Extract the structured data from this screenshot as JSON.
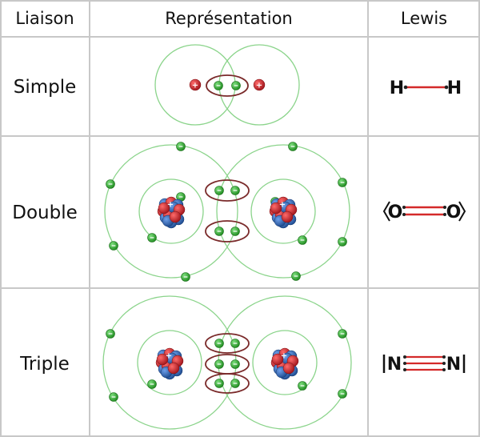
{
  "headers": [
    "Liaison",
    "Représentation",
    "Lewis"
  ],
  "rows": [
    {
      "label": "Simple",
      "lewis": {
        "left": "H",
        "right": "H"
      }
    },
    {
      "label": "Double",
      "lewis": {
        "left": "O",
        "right": "O"
      }
    },
    {
      "label": "Triple",
      "lewis": {
        "left": "N",
        "right": "N"
      }
    }
  ],
  "colors": {
    "grid": "#c8c8c8",
    "orbit": "#8bd48b",
    "electron": "#2e9e2e",
    "proton": "#c0262b",
    "neutron": "#2a5fa8",
    "bond_loop": "#7a2a2a",
    "lewis_bond": "#d42a2a"
  },
  "symbols": {
    "plus": "+",
    "minus": "-"
  }
}
